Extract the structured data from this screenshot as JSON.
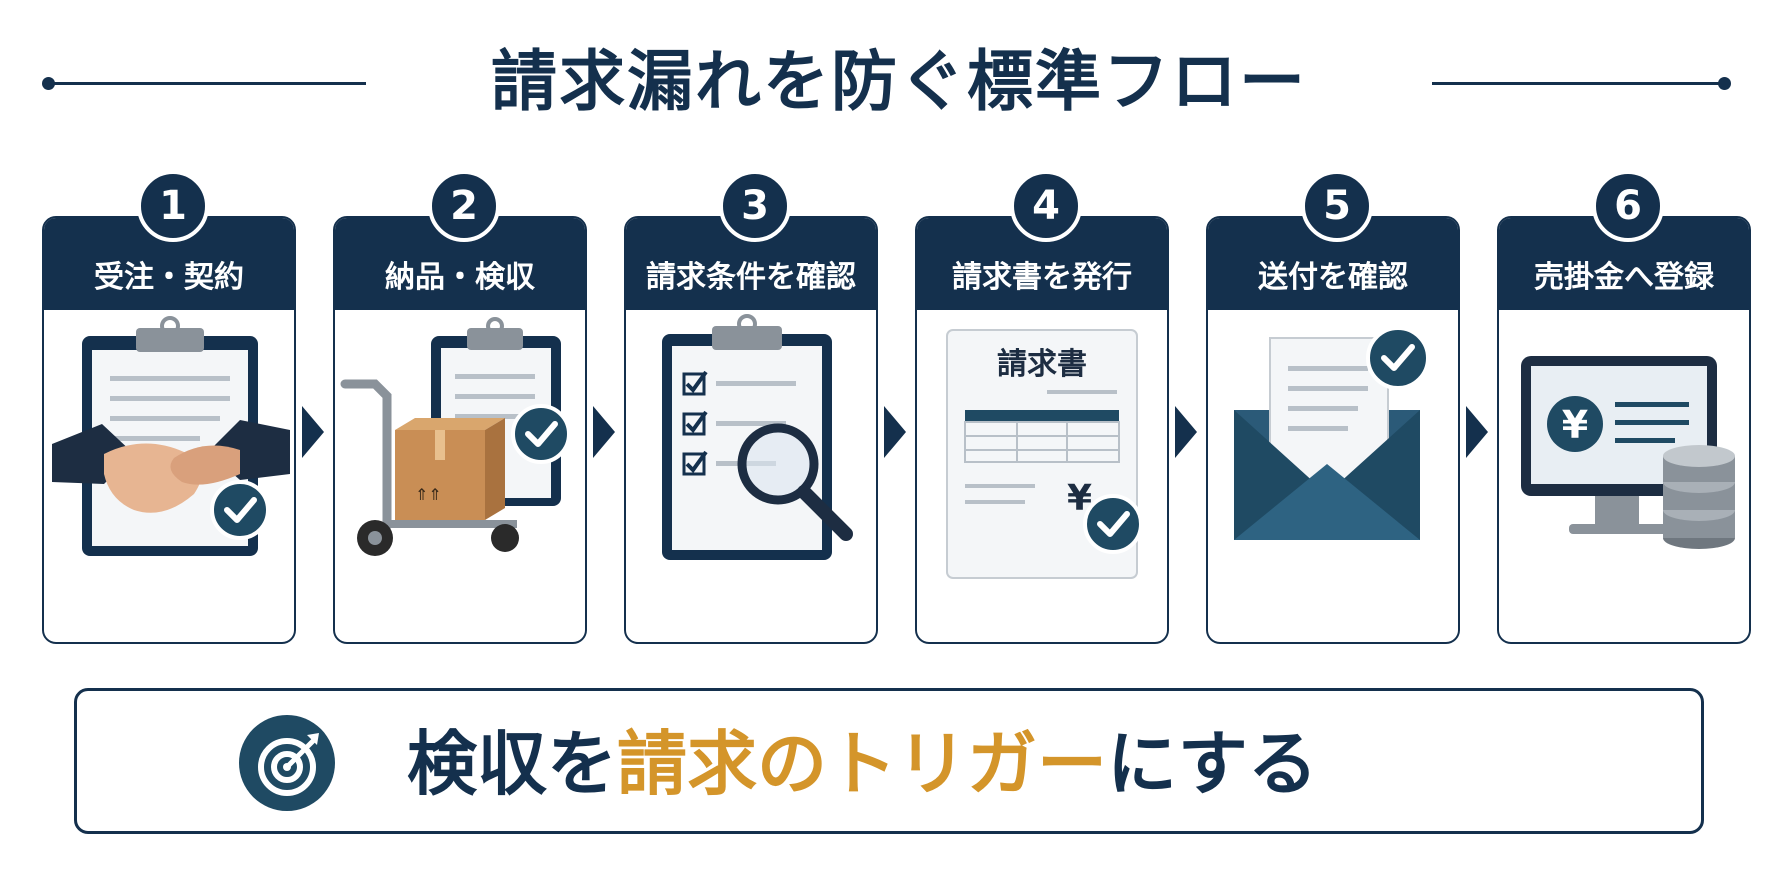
{
  "title": "請求漏れを防ぐ標準フロー",
  "steps": [
    {
      "number": "1",
      "label": "受注・契約",
      "icon": "handshake-clipboard-icon"
    },
    {
      "number": "2",
      "label": "納品・検収",
      "icon": "hand-truck-box-icon"
    },
    {
      "number": "3",
      "label": "請求条件を確認",
      "icon": "checklist-magnifier-icon"
    },
    {
      "number": "4",
      "label": "請求書を発行",
      "icon": "invoice-document-icon",
      "doc_title": "請求書",
      "currency": "¥"
    },
    {
      "number": "5",
      "label": "送付を確認",
      "icon": "envelope-check-icon"
    },
    {
      "number": "6",
      "label": "売掛金へ登録",
      "icon": "monitor-database-icon",
      "currency": "¥"
    }
  ],
  "banner": {
    "icon": "target-icon",
    "text_before": "検収を",
    "text_accent": "請求のトリガー",
    "text_after": "にする"
  },
  "colors": {
    "navy": "#14304d",
    "accent": "#d4952a",
    "check": "#1f4a63"
  }
}
